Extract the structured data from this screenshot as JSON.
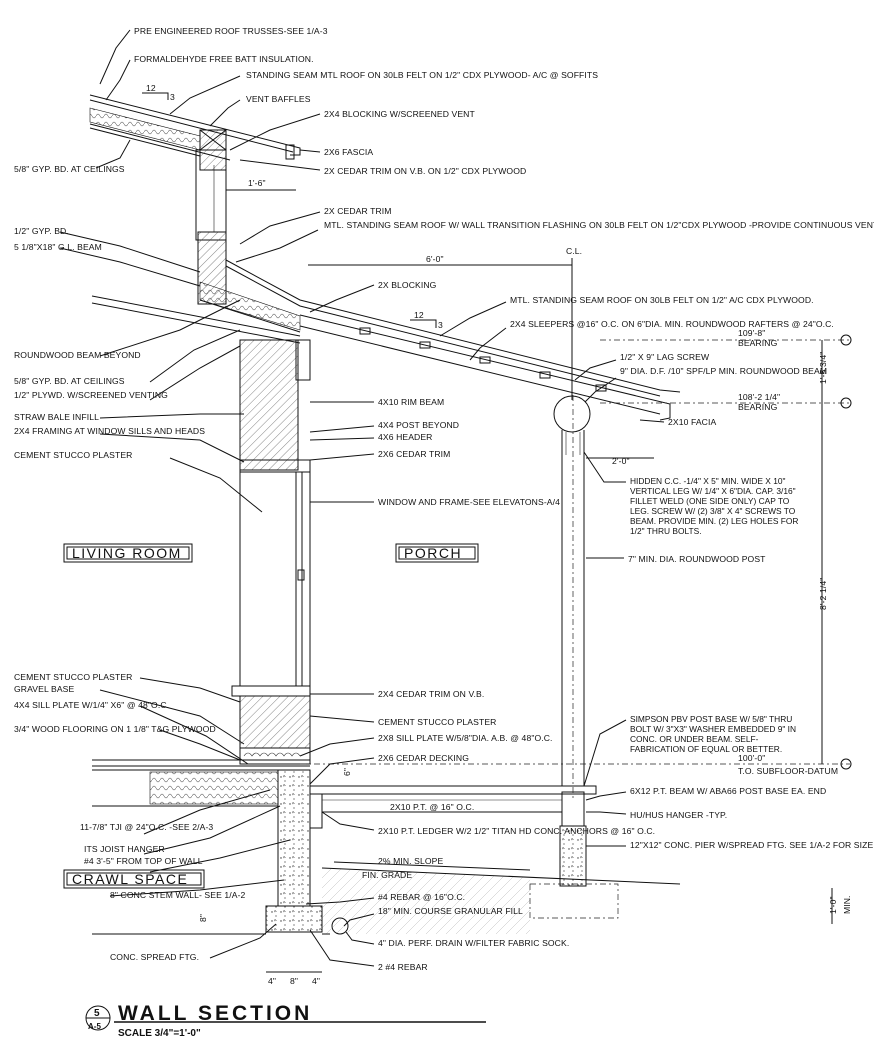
{
  "labels": {
    "trusses": "PRE ENGINEERED ROOF TRUSSES-SEE 1/A-3",
    "batt": "FORMALDEHYDE FREE BATT INSULATION.",
    "seam_roof_top": "STANDING SEAM MTL ROOF ON 30LB FELT ON 1/2\" CDX PLYWOOD- A/C @ SOFFITS",
    "vent_baffles": "VENT BAFFLES",
    "blocking_vent": "2X4 BLOCKING W/SCREENED VENT",
    "gyp_ceil_top": "5/8\" GYP. BD. AT CEILINGS",
    "fascia_2x6": "2X6 FASCIA",
    "cedar_trim_vb": "2X CEDAR TRIM ON V.B. ON 1/2\" CDX PLYWOOD",
    "dim_1_6": "1'-6\"",
    "cedar_trim": "2X CEDAR TRIM",
    "mtl_roof_wall": "MTL. STANDING SEAM ROOF W/ WALL TRANSITION FLASHING ON 30LB FELT ON 1/2\"CDX PLYWOOD -PROVIDE CONTINUOUS VENTING WITH SCREEN",
    "gyp_half": "1/2\" GYP. BD.",
    "gl_beam": "5 1/8\"X18\" G.L. BEAM",
    "cl": "C.L.",
    "dim_6_0": "6'-0\"",
    "blocking_2x": "2X BLOCKING",
    "mtl_roof_porch": "MTL. STANDING SEAM ROOF ON 30LB FELT ON 1/2\" A/C CDX PLYWOOD.",
    "sleepers": "2X4 SLEEPERS @16\" O.C. ON 6\"DIA. MIN. ROUNDWOOD RAFTERS @ 24\"O.C.",
    "bearing_1": "109'-8\"",
    "bearing_word": "BEARING",
    "roundwood_beam_beyond": "ROUNDWOOD BEAM BEYOND",
    "gyp_ceil": "5/8\" GYP. BD. AT CEILINGS",
    "plywd_vent": "1/2\" PLYWD. W/SCREENED VENTING",
    "straw": "STRAW BALE INFILL",
    "framing_sills": "2X4 FRAMING AT WINDOW SILLS AND HEADS",
    "stucco_1": "CEMENT STUCCO PLASTER",
    "lag_screw": "1/2\" X 9\" LAG SCREW",
    "roundwood_beam": "9\" DIA. D.F. /10\" SPF/LP MIN. ROUNDWOOD BEAM",
    "bearing_2": "108'-2 1/4\"",
    "rim_beam": "4X10 RIM BEAM",
    "post_beyond": "4X4 POST BEYOND",
    "header": "4X6 HEADER",
    "cedar_trim_2x6": "2X6 CEDAR TRIM",
    "fascia_2x10": "2X10 FACIA",
    "dim_2_0": "2'-0\"",
    "hidden_cc": "HIDDEN C.C. -1/4\" X 5\" MIN. WIDE X 10\" VERTICAL LEG W/ 1/4\" X 6\"DIA. CAP. 3/16\" FILLET WELD (ONE SIDE ONLY) CAP TO LEG. SCREW W/ (2) 3/8\" X 4\" SCREWS TO BEAM. PROVIDE MIN. (2) LEG HOLES FOR 1/2\" THRU BOLTS.",
    "window": "WINDOW AND FRAME-SEE ELEVATONS-A/4",
    "dim_1_5_3_4": "1'-5 3/4\"",
    "room_living": "LIVING ROOM",
    "room_porch": "PORCH",
    "post_7": "7\" MIN. DIA. ROUNDWOOD POST",
    "dim_8_2_1_4": "8'-2 1/4\"",
    "stucco_2": "CEMENT STUCCO PLASTER",
    "gravel": "GRAVEL BASE",
    "sill_plate": "4X4 SILL PLATE W/1/4\" X6\" @ 48\"O.C.",
    "flooring": "3/4\" WOOD FLOORING ON 1 1/8\" T&G PLYWOOD",
    "cedar_trim_vb2": "2X4 CEDAR TRIM ON V.B.",
    "stucco_3": "CEMENT STUCCO PLASTER",
    "sill_2x8": "2X8 SILL PLATE W/5/8\"DIA. A.B. @ 48\"O.C.",
    "decking": "2X6 CEDAR DECKING",
    "simpson": "SIMPSON PBV POST BASE W/ 5/8\" THRU BOLT W/ 3\"X3\" WASHER EMBEDDED 9\" IN CONC. OR UNDER BEAM. SELF-FABRICATION OF EQUAL OR BETTER.",
    "dim_6": "6\"",
    "datum": "100'-0\"",
    "datum_word": "T.O. SUBFLOOR-DATUM",
    "joists_2x10": "2X10 P.T. @ 16\" O.C.",
    "beam_6x12": "6X12 P.T. BEAM W/ ABA66 POST BASE EA. END",
    "hanger": "HU/HUS HANGER -TYP.",
    "tji": "11-7/8\" TJI @ 24\"O.C. -SEE 2/A-3",
    "its": "ITS JOIST HANGER",
    "rebar_top": "#4 3'-5\" FROM TOP OF WALL",
    "ledger": "2X10 P.T. LEDGER W/2 1/2\" TITAN HD CONC. ANCHORS @ 16\" O.C.",
    "pier": "12\"X12\" CONC. PIER W/SPREAD FTG. SEE 1/A-2 FOR SIZE AND LOCATION.",
    "slope": "2% MIN. SLOPE",
    "room_crawl": "CRAWL SPACE",
    "fin_grade": "FIN. GRADE",
    "stem_wall": "8\" CONC STEM WALL- SEE 1/A-2",
    "rebar_16": "#4 REBAR @ 16\"O.C.",
    "gravel_fill": "18\" MIN. COURSE GRANULAR FILL",
    "dim_1_0": "1'-0\"",
    "dim_min": "MIN.",
    "dim_8": "8\"",
    "spread_ftg": "CONC. SPREAD FTG.",
    "drain": "4\" DIA. PERF. DRAIN W/FILTER FABRIC SOCK.",
    "rebar_2": "2 #4 REBAR",
    "dim_4a": "4\"",
    "dim_8b": "8\"",
    "dim_4b": "4\"",
    "pitch_12": "12",
    "pitch_3": "3"
  },
  "title_block": {
    "number": "5",
    "sheet": "A-5",
    "title": "WALL SECTION",
    "scale": "SCALE 3/4\"=1'-0\""
  }
}
